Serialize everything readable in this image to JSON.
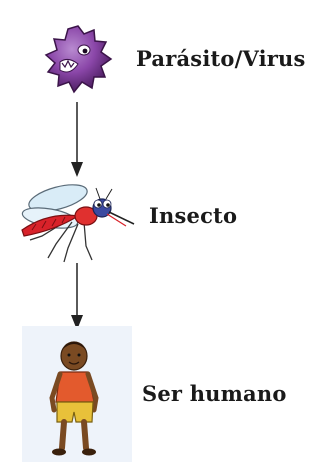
{
  "nodes": [
    {
      "label": "Parásito/Virus",
      "icon": "parasite-virus-icon",
      "color": "#7c3a93"
    },
    {
      "label": "Insecto",
      "icon": "mosquito-icon",
      "color": "#d8222a"
    },
    {
      "label": "Ser humano",
      "icon": "human-child-icon",
      "color": "#e35a2d"
    }
  ],
  "edges": [
    {
      "from": "Parásito/Virus",
      "to": "Insecto"
    },
    {
      "from": "Insecto",
      "to": "Ser humano"
    }
  ],
  "colors": {
    "text": "#1a1a1a",
    "arrow": "#222222",
    "human_panel_bg": "#eef3fa"
  }
}
